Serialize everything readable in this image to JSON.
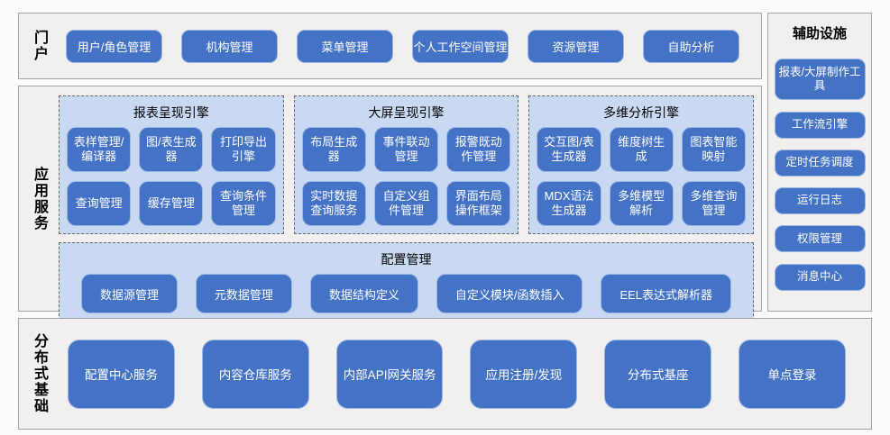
{
  "colors": {
    "button_blue": "#4472c4",
    "button_border": "#9ab7e4",
    "panel_light_blue": "#c9d9f2",
    "section_gray": "#f1f0ee",
    "section_border": "#a3a3a3",
    "button_text": "#ffffff"
  },
  "portal": {
    "label": "门户",
    "items": [
      "用户/角色管理",
      "机构管理",
      "菜单管理",
      "个人工作空间管理",
      "资源管理",
      "自助分析"
    ]
  },
  "app_services": {
    "label": "应用服务",
    "engines": [
      {
        "title": "报表呈现引擎",
        "items": [
          "表样管理/编译器",
          "图/表生成器",
          "打印导出引擎",
          "查询管理",
          "缓存管理",
          "查询条件管理"
        ]
      },
      {
        "title": "大屏呈现引擎",
        "items": [
          "布局生成器",
          "事件联动管理",
          "报警既动作管理",
          "实时数据查询服务",
          "自定义组件管理",
          "界面布局操作框架"
        ]
      },
      {
        "title": "多维分析引擎",
        "items": [
          "交互图/表生成器",
          "维度树生成",
          "图表智能映射",
          "MDX语法生成器",
          "多维模型解析",
          "多维查询管理"
        ]
      }
    ],
    "config": {
      "title": "配置管理",
      "items": [
        "数据源管理",
        "元数据管理",
        "数据结构定义",
        "自定义模块/函数插入",
        "EEL表达式解析器"
      ]
    }
  },
  "aux": {
    "title": "辅助设施",
    "items": [
      "报表/大屏制作工具",
      "工作流引擎",
      "定时任务调度",
      "运行日志",
      "权限管理",
      "消息中心"
    ]
  },
  "foundation": {
    "label": "分布式基础",
    "items": [
      "配置中心服务",
      "内容仓库服务",
      "内部API网关服务",
      "应用注册/发现",
      "分布式基座",
      "单点登录"
    ]
  }
}
